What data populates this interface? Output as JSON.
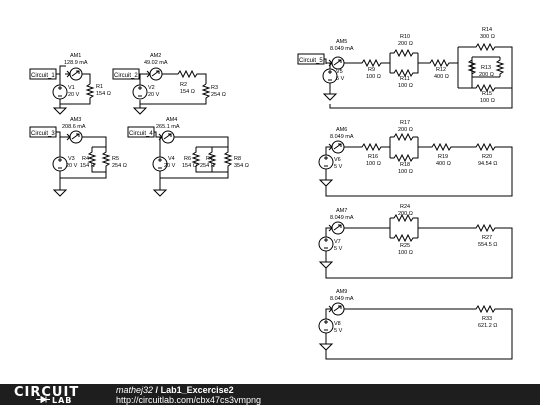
{
  "footer": {
    "logo_top": "CIRCUIT",
    "logo_bottom": "LAB",
    "user": "mathej32",
    "separator": "/",
    "project": "Lab1_Excercise2",
    "url": "http://circuitlab.com/cbx47cs3vmpng"
  },
  "circuits": {
    "c1": {
      "net": "Circuit_1",
      "am_name": "AM1",
      "am_val": "128.9 mA",
      "v_name": "V1",
      "v_val": "20 V",
      "r1_name": "R1",
      "r1_val": "154 Ω"
    },
    "c2": {
      "net": "Circuit_2",
      "am_name": "AM2",
      "am_val": "49.02 mA",
      "v_name": "V2",
      "v_val": "20 V",
      "r2_name": "R2",
      "r2_val": "154 Ω",
      "r3_name": "R3",
      "r3_val": "254 Ω"
    },
    "c3": {
      "net": "Circuit_3",
      "am_name": "AM3",
      "am_val": "208.6 mA",
      "v_name": "V3",
      "v_val": "20 V",
      "r4_name": "R4",
      "r4_val": "154 Ω",
      "r5_name": "R5",
      "r5_val": "254 Ω"
    },
    "c4": {
      "net": "Circuit_4",
      "am_name": "AM4",
      "am_val": "265.1 mA",
      "v_name": "V4",
      "v_val": "20 V",
      "r6_name": "R6",
      "r6_val": "154 Ω",
      "r7_name": "R7",
      "r7_val": "254 Ω",
      "r8_name": "R8",
      "r8_val": "354 Ω"
    },
    "c5": {
      "net": "Circuit_5",
      "am_name": "AM5",
      "am_val": "8.049 mA",
      "v_name": "V5",
      "v_val": "5 V",
      "r9_name": "R9",
      "r9_val": "100 Ω",
      "r10_name": "R10",
      "r10_val": "200 Ω",
      "r11_name": "R11",
      "r11_val": "100 Ω",
      "r12_name": "R12",
      "r12_val": "400 Ω",
      "r14_name": "R14",
      "r14_val": "300 Ω",
      "r13_name": "R13",
      "r13_val": "200 Ω",
      "r15_name": "R15",
      "r15_val": "100 Ω"
    },
    "c6": {
      "am_name": "AM6",
      "am_val": "8.049 mA",
      "v_name": "V6",
      "v_val": "5 V",
      "r16_name": "R16",
      "r16_val": "100 Ω",
      "r17_name": "R17",
      "r17_val": "200 Ω",
      "r18_name": "R18",
      "r18_val": "100 Ω",
      "r19_name": "R19",
      "r19_val": "400 Ω",
      "r20_name": "R20",
      "r20_val": "94.54 Ω"
    },
    "c7": {
      "am_name": "AM7",
      "am_val": "8.049 mA",
      "v_name": "V7",
      "v_val": "5 V",
      "r24_name": "R24",
      "r24_val": "200 Ω",
      "r25_name": "R25",
      "r25_val": "100 Ω",
      "r27_name": "R27",
      "r27_val": "554.5 Ω"
    },
    "c8": {
      "am_name": "AM9",
      "am_val": "8.049 mA",
      "v_name": "V8",
      "v_val": "5 V",
      "r33_name": "R33",
      "r33_val": "621.2 Ω"
    }
  }
}
